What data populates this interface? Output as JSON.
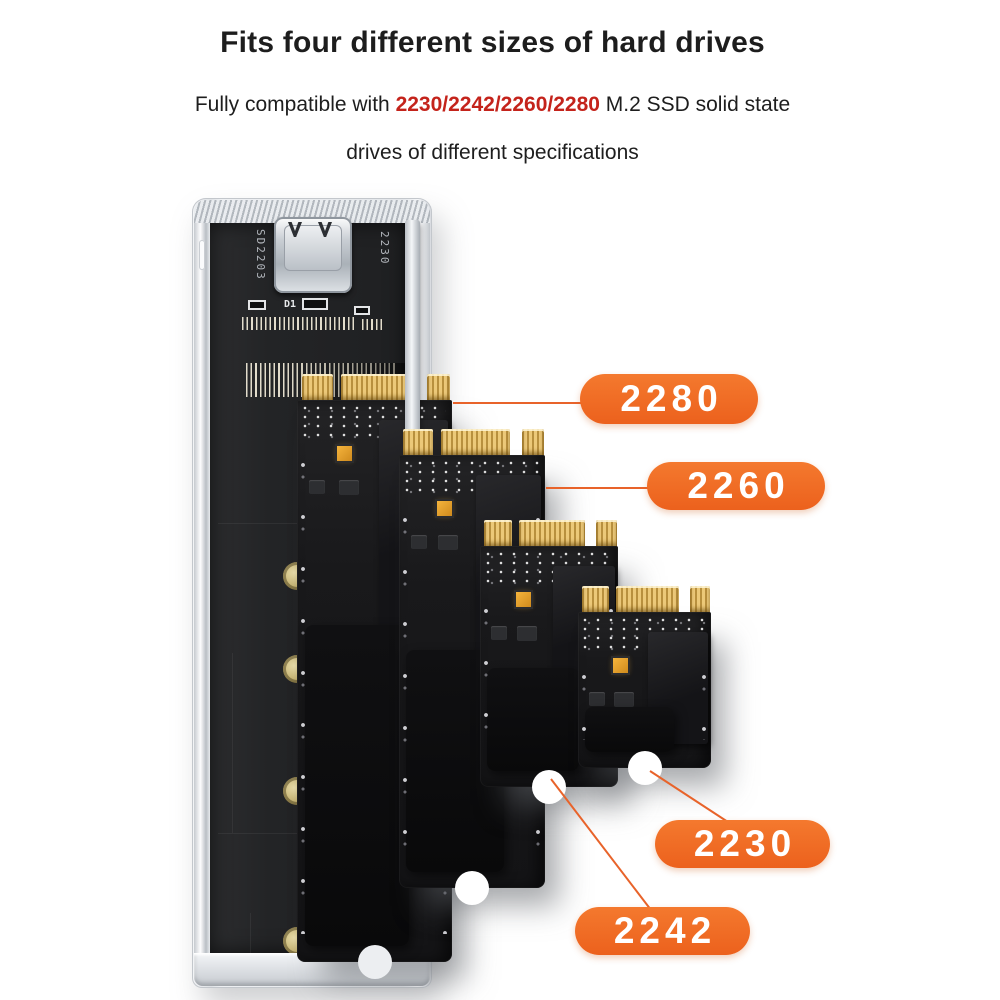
{
  "header": {
    "title": "Fits four different sizes of hard drives",
    "subtitle": {
      "prefix": "Fully compatible with ",
      "highlight": "2230/2242/2260/2280",
      "suffix": " M.2 SSD solid state",
      "line2": "drives of different specifications"
    }
  },
  "enclosure": {
    "model_label": "SD2203",
    "slot_size_label": "2230",
    "component_label": "D1"
  },
  "badges": [
    {
      "label": "2280"
    },
    {
      "label": "2260"
    },
    {
      "label": "2230"
    },
    {
      "label": "2242"
    }
  ],
  "colors": {
    "badge_orange": "#ee6a25",
    "callout_line": "#e8632a",
    "highlight_red": "#c4231b",
    "pcb_dark": "#232426",
    "gold_fingers": "#ecc979"
  }
}
